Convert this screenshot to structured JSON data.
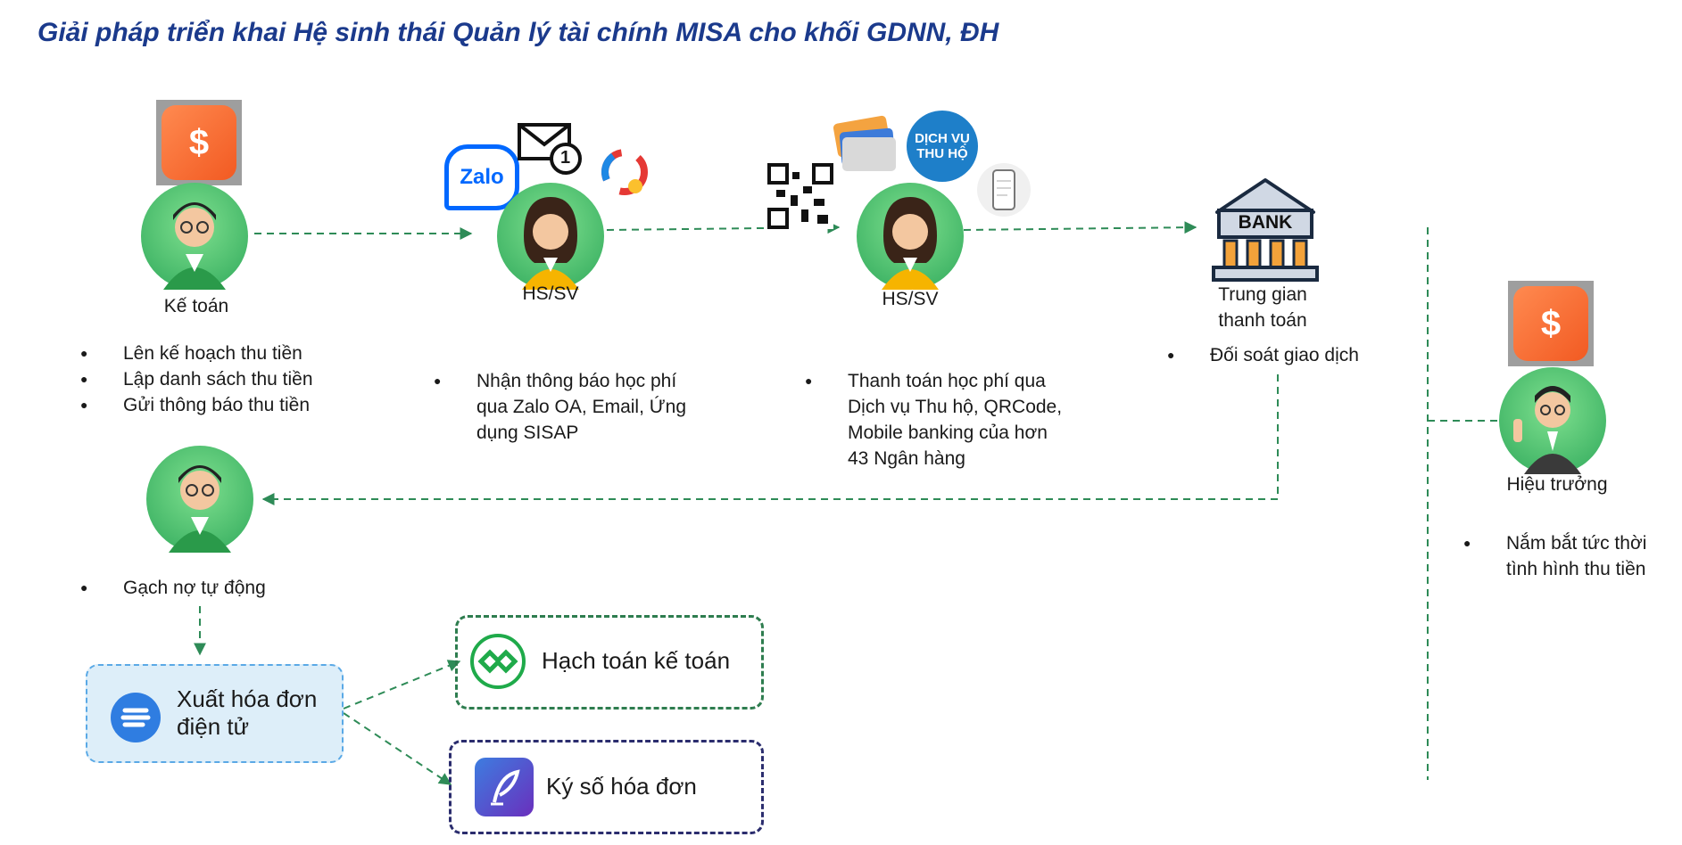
{
  "title": "Giải pháp triển khai Hệ sinh thái Quản lý tài chính MISA cho khối GDNN, ĐH",
  "steps": {
    "ke_toan": {
      "label": "Kế toán",
      "bullets": [
        "Lên kế hoạch thu tiền",
        "Lập danh sách thu tiền",
        "Gửi thông báo thu tiền"
      ]
    },
    "hssv1": {
      "label": "HS/SV",
      "bullets": [
        "Nhận thông báo học phí\nqua Zalo OA, Email, Ứng\ndụng SISAP"
      ]
    },
    "hssv2": {
      "label": "HS/SV",
      "bullets": [
        "Thanh toán học phí qua\nDịch vụ Thu hộ, QRCode,\nMobile banking của hơn\n43 Ngân hàng"
      ]
    },
    "trung_gian": {
      "label": "Trung gian\nthanh toán",
      "bullets": [
        "Đối soát giao dịch"
      ]
    },
    "gach_no": {
      "bullets": [
        "Gạch nợ tự động"
      ]
    },
    "hieu_truong": {
      "label": "Hiệu trưởng",
      "bullets": [
        "Nắm bắt tức thời\ntình hình thu tiền"
      ]
    }
  },
  "icons": {
    "zalo_text": "Zalo",
    "mail_badge": "1",
    "dich_vu_thu_ho": "DỊCH VỤ\nTHU HỘ",
    "bank_text": "BANK"
  },
  "boxes": {
    "xuat_hoa_don": "Xuất hóa đơn\nđiện tử",
    "hach_toan": "Hạch toán kế toán",
    "ky_so": "Ký số hóa đơn"
  },
  "colors": {
    "title": "#1b3a8c",
    "arrow": "#2e8b57",
    "misa_orange": "#f25a22",
    "zalo_blue": "#0068ff",
    "box_blue_border": "#5aa9e6",
    "box_green_border": "#2e7d4f",
    "box_purple_border": "#2b2d6e"
  }
}
